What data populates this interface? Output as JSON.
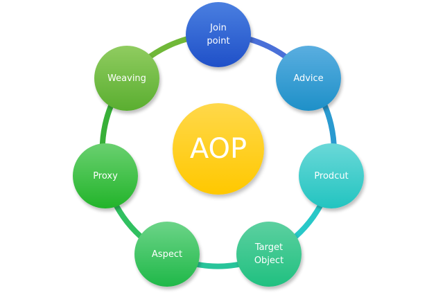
{
  "center": {
    "label": "AOP",
    "color_top": "#ffd84a",
    "color_bottom": "#ffc800"
  },
  "nodes": [
    {
      "label": "Join\npoint",
      "color_top": "#4a7fe0",
      "color_bottom": "#1f50c8"
    },
    {
      "label": "Advice",
      "color_top": "#5aaee0",
      "color_bottom": "#1e90c8"
    },
    {
      "label": "Prodcut",
      "color_top": "#6ad8d8",
      "color_bottom": "#22c4c0"
    },
    {
      "label": "Target\nObject",
      "color_top": "#5cd0a0",
      "color_bottom": "#20c080"
    },
    {
      "label": "Aspect",
      "color_top": "#6cd488",
      "color_bottom": "#1fb848"
    },
    {
      "label": "Proxy",
      "color_top": "#6ad070",
      "color_bottom": "#22b42a"
    },
    {
      "label": "Weaving",
      "color_top": "#90cc60",
      "color_bottom": "#5aae30"
    }
  ]
}
